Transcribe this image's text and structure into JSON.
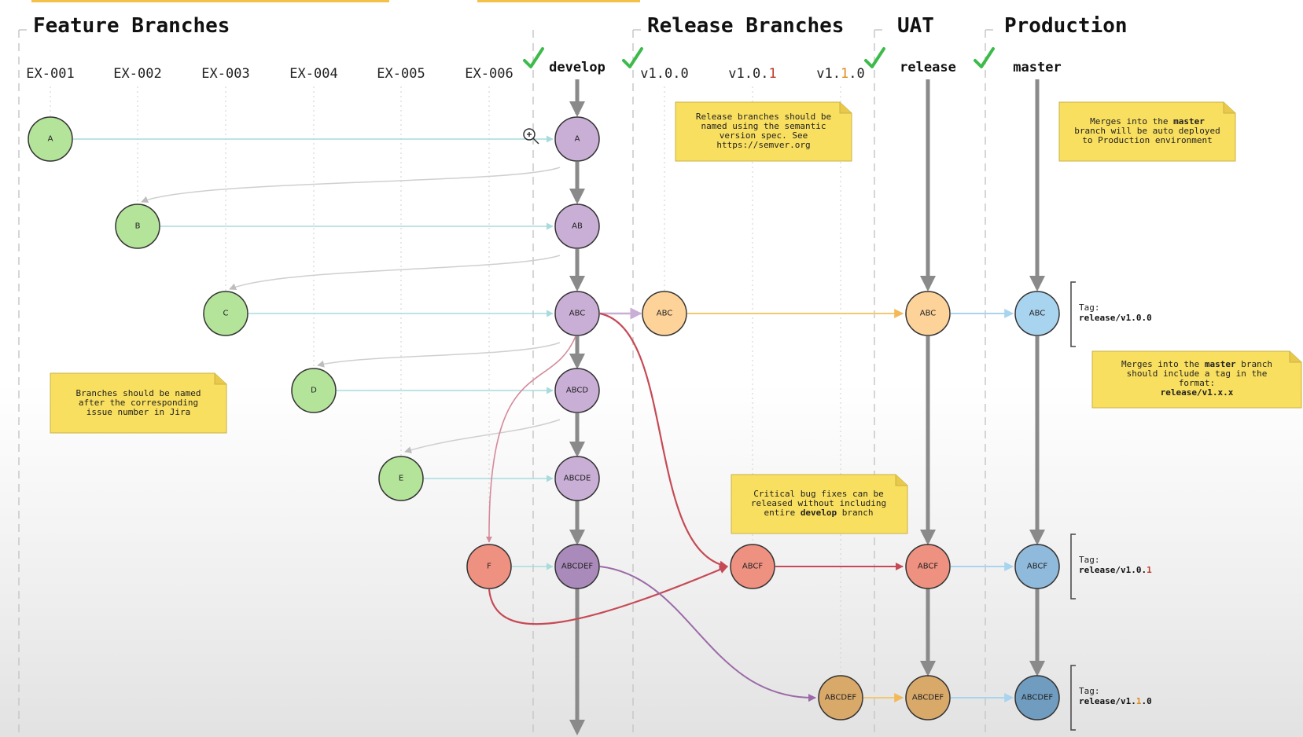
{
  "sections": {
    "feature": "Feature Branches",
    "release": "Release Branches",
    "uat": "UAT",
    "production": "Production"
  },
  "columns": {
    "ex001": "EX-001",
    "ex002": "EX-002",
    "ex003": "EX-003",
    "ex004": "EX-004",
    "ex005": "EX-005",
    "ex006": "EX-006",
    "develop": "develop",
    "v100": "v1.0.0",
    "v101_prefix": "v1.0.",
    "v101_hl": "1",
    "v110_prefix": "v1.",
    "v110_hl": "1",
    "v110_suffix": ".0",
    "release": "release",
    "master": "master"
  },
  "nodes": {
    "feat_a": "A",
    "feat_b": "B",
    "feat_c": "C",
    "feat_d": "D",
    "feat_e": "E",
    "feat_f": "F",
    "dev_a": "A",
    "dev_ab": "AB",
    "dev_abc": "ABC",
    "dev_abcd": "ABCD",
    "dev_abcde": "ABCDE",
    "dev_abcdef": "ABCDEF",
    "rel_v100": "ABC",
    "rel_v101": "ABCF",
    "rel_v110": "ABCDEF",
    "uat_abc": "ABC",
    "uat_abcf": "ABCF",
    "uat_abcdef": "ABCDEF",
    "prod_abc": "ABC",
    "prod_abcf": "ABCF",
    "prod_abcdef": "ABCDEF"
  },
  "notes": {
    "release_naming": [
      "Release branches should be",
      "named using the semantic",
      "version spec. See",
      "https://semver.org"
    ],
    "auto_deploy": {
      "l1_a": "Merges into the ",
      "l1_b": "master",
      "l2": "branch will be auto deployed",
      "l3": "to Production environment"
    },
    "branch_naming": [
      "Branches should be named",
      "after the corresponding",
      "issue number in Jira"
    ],
    "tag_format": {
      "l1_a": "Merges into the ",
      "l1_b": "master",
      "l1_c": " branch",
      "l2": "should include a tag in the",
      "l3": "format:",
      "l4": "release/v1.x.x"
    },
    "bug_fix": {
      "l1": "Critical bug fixes can be",
      "l2": "released without including",
      "l3_a": "entire ",
      "l3_b": "develop",
      "l3_c": " branch"
    }
  },
  "tags": {
    "label": "Tag:",
    "t1": "release/v1.0.0",
    "t2_prefix": "release/v1.0.",
    "t2_hl": "1",
    "t3_prefix": "release/v1.",
    "t3_hl": "1",
    "t3_suffix": ".0"
  },
  "colors": {
    "feature": "#b4e39a",
    "develop": "#c9aed6",
    "release": "#fdd39a",
    "hotfix": "#ef9181",
    "production": "#a9d4ef",
    "note": "#f9df5f",
    "check": "#3dbb4a",
    "accent_red": "#c0392b",
    "accent_orange": "#e08a1e"
  }
}
